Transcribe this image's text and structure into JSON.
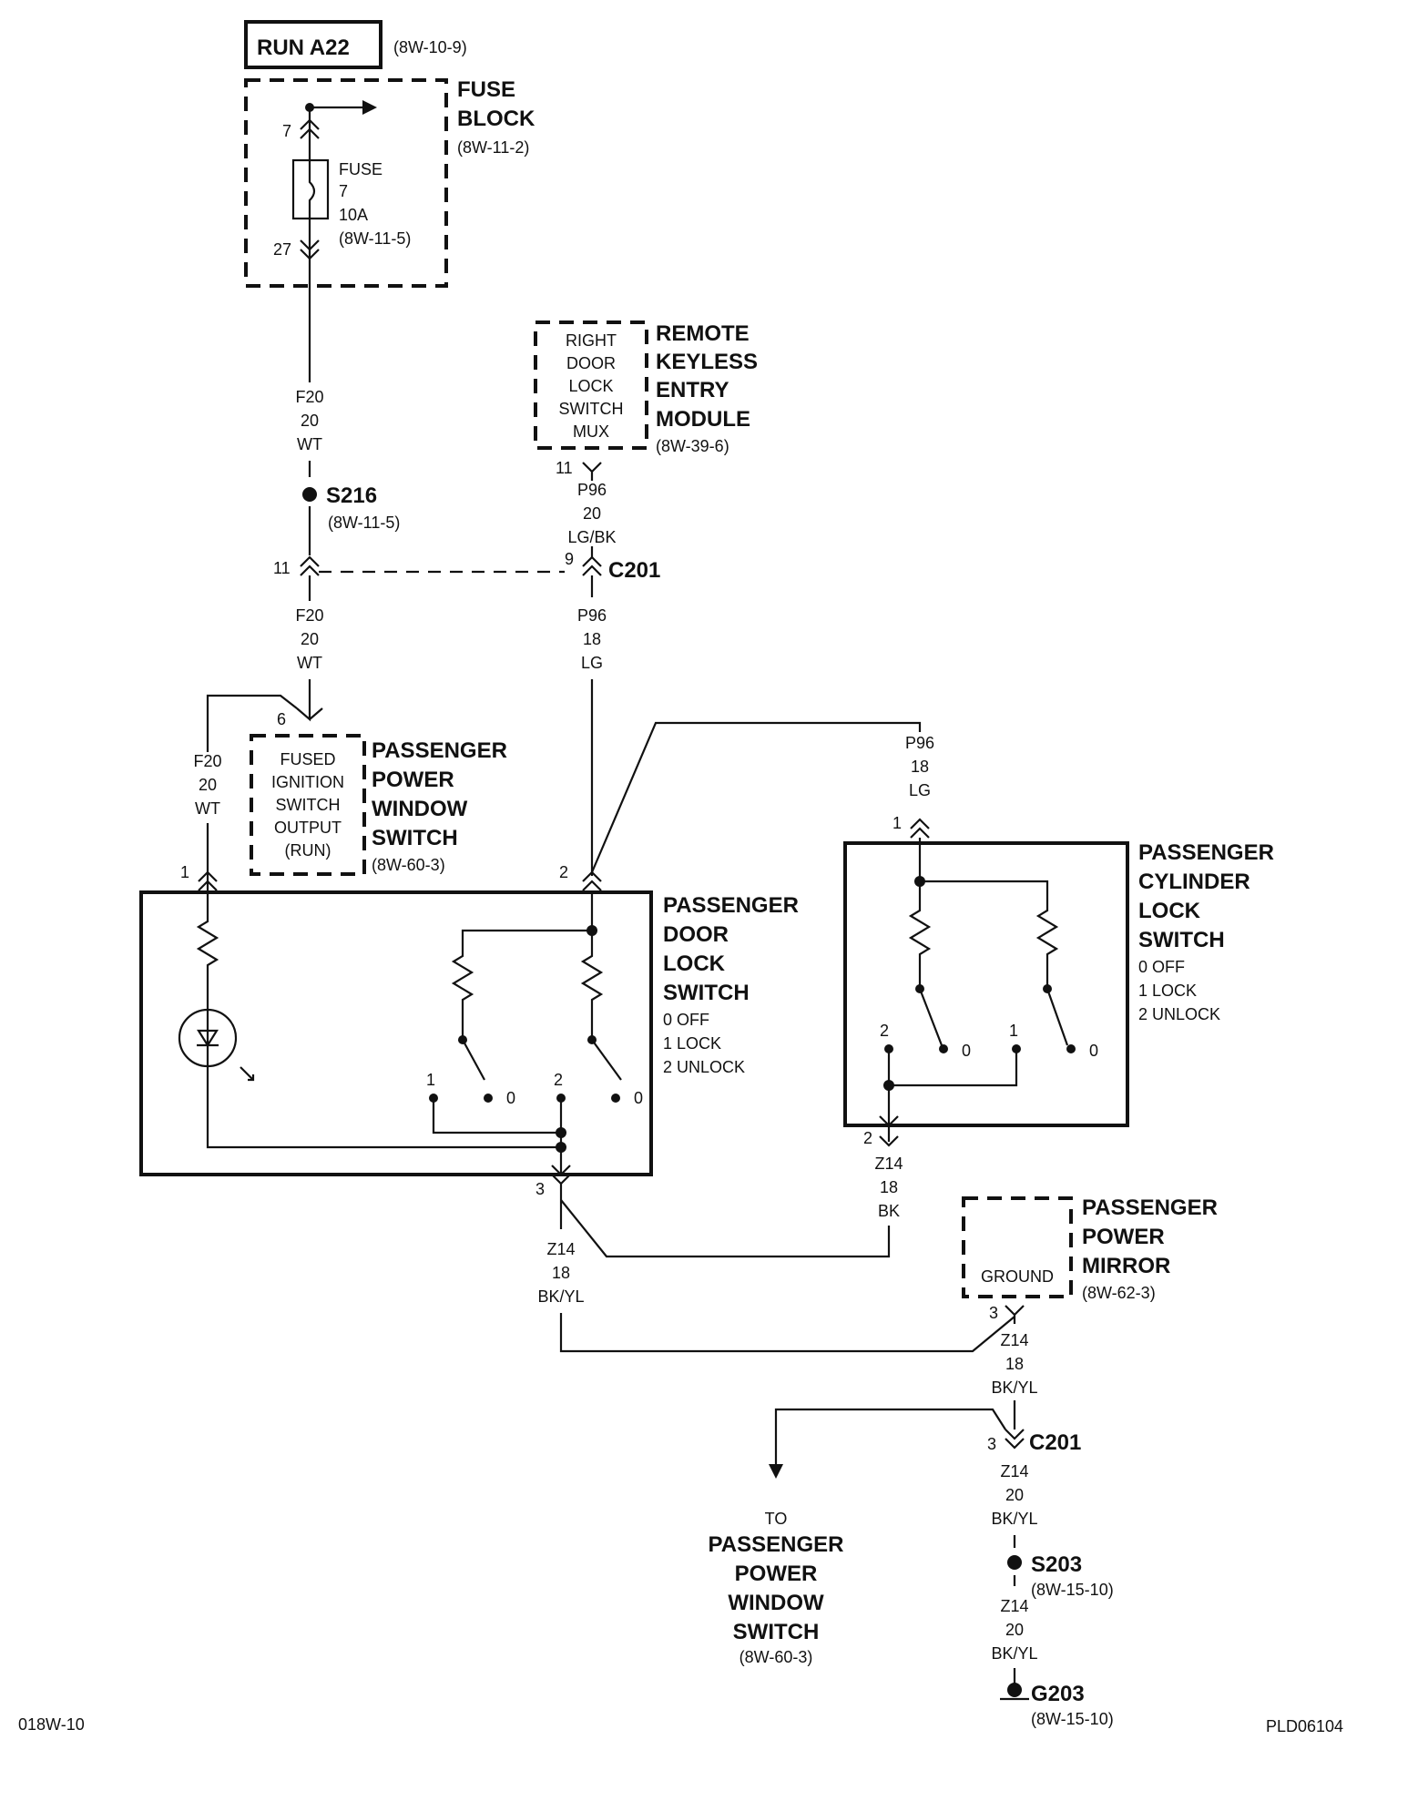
{
  "run_a22": {
    "label": "RUN A22",
    "ref": "(8W-10-9)"
  },
  "fuse_block": {
    "title1": "FUSE",
    "title2": "BLOCK",
    "ref": "(8W-11-2)",
    "pin_top": "7",
    "pin_bottom": "27",
    "fuse_l1": "FUSE",
    "fuse_l2": "7",
    "fuse_l3": "10A",
    "fuse_ref": "(8W-11-5)"
  },
  "wires": {
    "f20_top": [
      "F20",
      "20",
      "WT"
    ],
    "f20_mid": [
      "F20",
      "20",
      "WT"
    ],
    "f20_left": [
      "F20",
      "20",
      "WT"
    ],
    "p96_top": [
      "P96",
      "20",
      "LG/BK"
    ],
    "p96_mid": [
      "P96",
      "18",
      "LG"
    ],
    "p96_right": [
      "P96",
      "18",
      "LG"
    ],
    "z14_right": [
      "Z14",
      "18",
      "BK"
    ],
    "z14_left": [
      "Z14",
      "18",
      "BK/YL"
    ],
    "z14_mirror": [
      "Z14",
      "18",
      "BK/YL"
    ],
    "z14_c201": [
      "Z14",
      "20",
      "BK/YL"
    ],
    "z14_s203": [
      "Z14",
      "20",
      "BK/YL"
    ]
  },
  "s216": {
    "label": "S216",
    "ref": "(8W-11-5)"
  },
  "c201_top": {
    "label": "C201",
    "pin_left": "11",
    "pin_right": "9"
  },
  "rke": {
    "inner": [
      "RIGHT",
      "DOOR",
      "LOCK",
      "SWITCH",
      "MUX"
    ],
    "title": [
      "REMOTE",
      "KEYLESS",
      "ENTRY",
      "MODULE"
    ],
    "ref": "(8W-39-6)",
    "pin": "11"
  },
  "ppws": {
    "inner": [
      "FUSED",
      "IGNITION",
      "SWITCH",
      "OUTPUT",
      "(RUN)"
    ],
    "title": [
      "PASSENGER",
      "POWER",
      "WINDOW",
      "SWITCH"
    ],
    "ref": "(8W-60-3)",
    "pin": "6"
  },
  "pdls": {
    "title": [
      "PASSENGER",
      "DOOR",
      "LOCK",
      "SWITCH"
    ],
    "states": [
      "0 OFF",
      "1 LOCK",
      "2 UNLOCK"
    ],
    "pin1": "1",
    "pin2": "2",
    "pin3": "3",
    "sw1": "1",
    "sw2": "2",
    "sw0a": "0",
    "sw0b": "0"
  },
  "pcls": {
    "title": [
      "PASSENGER",
      "CYLINDER",
      "LOCK",
      "SWITCH"
    ],
    "states": [
      "0 OFF",
      "1 LOCK",
      "2 UNLOCK"
    ],
    "pin1": "1",
    "pin2": "2",
    "sw1": "1",
    "sw2": "2",
    "sw0a": "0",
    "sw0b": "0"
  },
  "mirror": {
    "inner": "GROUND",
    "title": [
      "PASSENGER",
      "POWER",
      "MIRROR"
    ],
    "ref": "(8W-62-3)",
    "pin": "3"
  },
  "c201_bottom": {
    "label": "C201",
    "pin": "3"
  },
  "to_ppws": {
    "to": "TO",
    "title": [
      "PASSENGER",
      "POWER",
      "WINDOW",
      "SWITCH"
    ],
    "ref": "(8W-60-3)"
  },
  "s203": {
    "label": "S203",
    "ref": "(8W-15-10)"
  },
  "g203": {
    "label": "G203",
    "ref": "(8W-15-10)"
  },
  "footer": {
    "left": "018W-10",
    "right": "PLD06104"
  }
}
